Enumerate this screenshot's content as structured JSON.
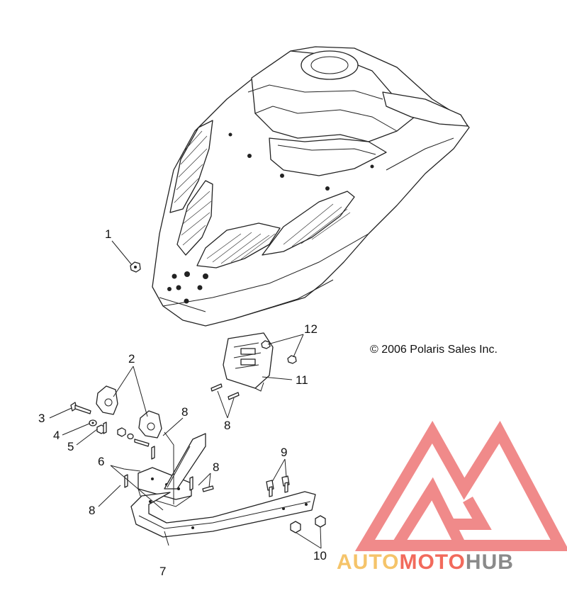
{
  "copyright": "© 2006 Polaris Sales Inc.",
  "callouts": [
    "1",
    "2",
    "3",
    "4",
    "5",
    "6",
    "7",
    "8",
    "8",
    "8",
    "8",
    "9",
    "10",
    "11",
    "12"
  ],
  "watermark": {
    "parts": [
      "AUTO",
      "MOTO",
      "HUB"
    ],
    "colors": [
      "#f5c46a",
      "#f26a5c",
      "#8a8a8a"
    ],
    "mark_color": "#f08a8a"
  }
}
